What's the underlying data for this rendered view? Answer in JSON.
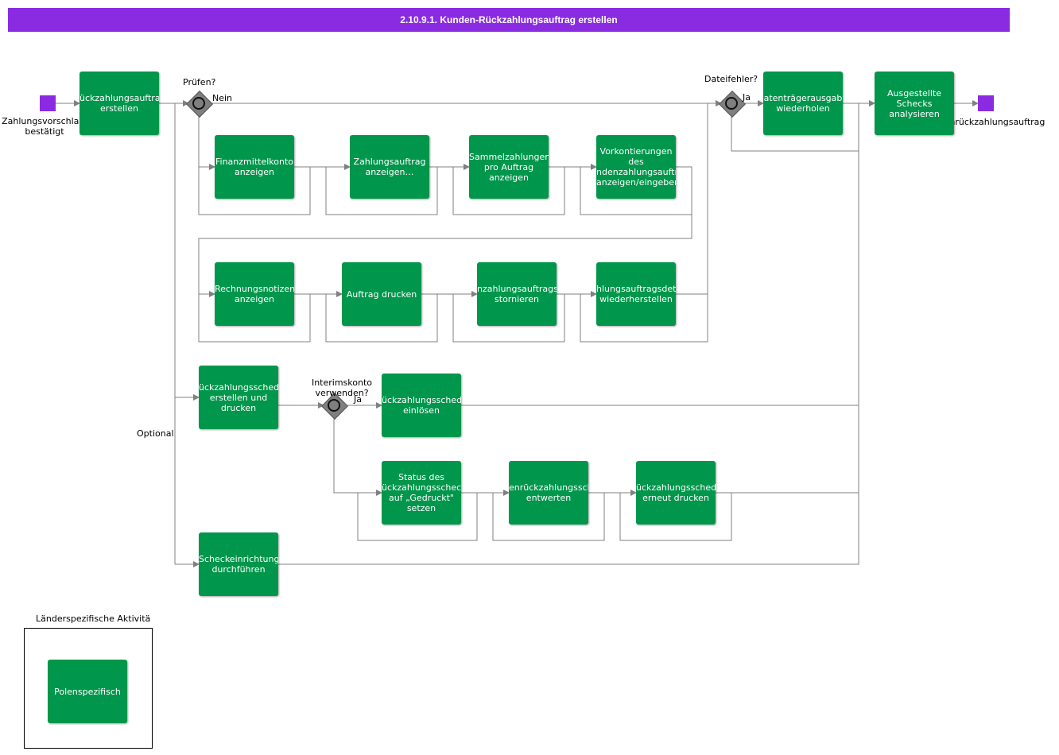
{
  "title": "2.10.9.1. Kunden-Rückzahlungsauftrag erstellen",
  "start_event": "Zahlungsvorschlag,\nbestätigt",
  "end_event": "Kundenrückzahlungsauftrag",
  "gateways": {
    "pruefen": "Prüfen?",
    "dateifehler": "Dateifehler?",
    "interimskonto": "Interimskonto\nverwenden?"
  },
  "flow_labels": {
    "nein": "Nein",
    "ja_top": "Ja",
    "ja_interim": "Ja",
    "optional": "Optional"
  },
  "tasks": {
    "t1": "ückzahlungsauftra\nerstellen",
    "t2": "Finanzmittelkonto\nanzeigen",
    "t3": "Zahlungsauftrag\nanzeigen…",
    "t4": "Sammelzahlungen\npro Auftrag\nanzeigen",
    "t5": "Vorkontierungen\ndes\nndenzahlungsauftr\nanzeigen/eingeben",
    "t6": "Rechnungsnotizen\nanzeigen",
    "t7": "Auftrag drucken",
    "t8": "nzahlungsauftrags\nstornieren",
    "t9": "hlungsauftragsdet\nwiederherstellen",
    "t10": "ückzahlungssched\nerstellen und\ndrucken",
    "t11": "ückzahlungssched\neinlösen",
    "t12": "Status des\nückzahlungsscheck\nauf „Gedruckt\"\nsetzen",
    "t13": "enrückzahlungssch\nentwerten",
    "t14": "ückzahlungssched\nerneut drucken",
    "t15": "Scheckeinrichtung\ndurchführen",
    "t16": "atenträgerausgab\nwiederholen",
    "t17": "Ausgestellte\nSchecks\nanalysieren"
  },
  "legend": {
    "title": "Länderspezifische Aktivitä",
    "item": "Polenspezifisch"
  },
  "colors": {
    "title_bar": "#8a2be2",
    "task": "#00964b",
    "terminal": "#8a2be2",
    "gateway": "#7f7f7f",
    "line": "#808080"
  }
}
